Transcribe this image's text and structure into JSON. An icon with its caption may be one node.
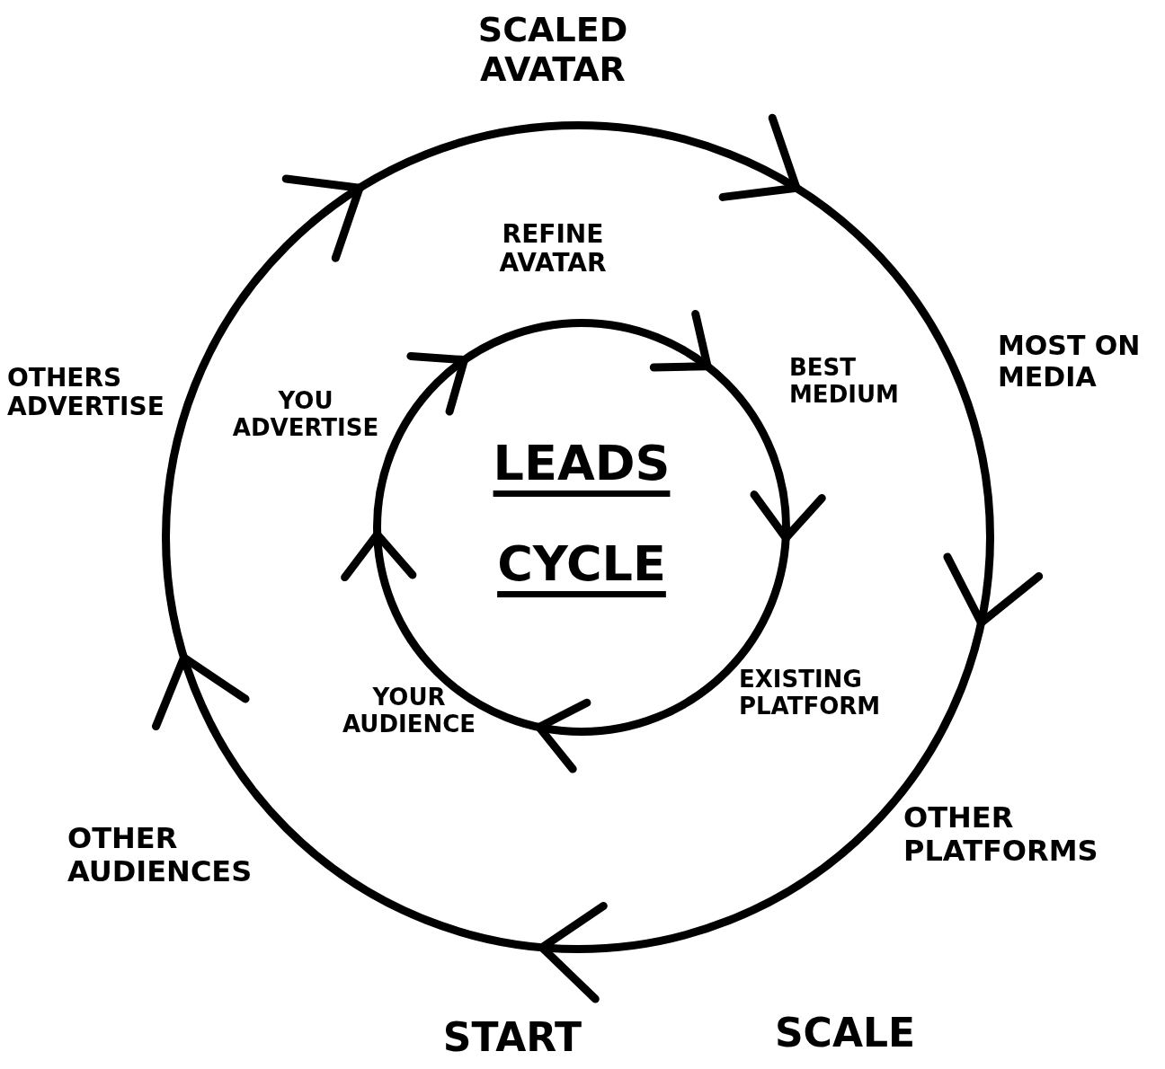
{
  "diagram": {
    "nodes": [
      {
        "text": [],
        "shape": "circle"
      },
      {
        "text": [
          "LEADS",
          "CYCLE"
        ],
        "in": 0
      }
    ],
    "labels": [
      "SCALED AVATAR",
      "REFINE AVATAR",
      "MOST ON MEDIA",
      "BEST MEDIUM",
      "OTHERS ADVERTISE",
      "YOU ADVERTISE",
      "EXISTING PLATFORM",
      "YOUR AUDIENCE",
      "OTHER PLATFORMS",
      "OTHER AUDIENCES",
      "START",
      "SCALE"
    ]
  }
}
